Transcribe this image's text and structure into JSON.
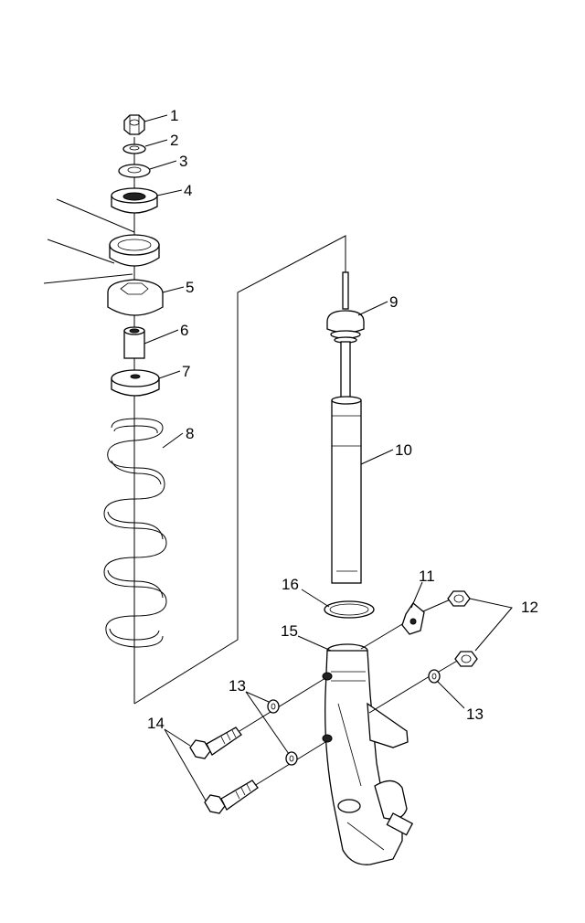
{
  "diagram": {
    "callouts": [
      {
        "id": "c1",
        "text": "1"
      },
      {
        "id": "c2",
        "text": "2"
      },
      {
        "id": "c3",
        "text": "3"
      },
      {
        "id": "c4",
        "text": "4"
      },
      {
        "id": "c5",
        "text": "5"
      },
      {
        "id": "c6",
        "text": "6"
      },
      {
        "id": "c7",
        "text": "7"
      },
      {
        "id": "c8",
        "text": "8"
      },
      {
        "id": "c9",
        "text": "9"
      },
      {
        "id": "c10",
        "text": "10"
      },
      {
        "id": "c11",
        "text": "11"
      },
      {
        "id": "c12",
        "text": "12"
      },
      {
        "id": "c13a",
        "text": "13"
      },
      {
        "id": "c13b",
        "text": "13"
      },
      {
        "id": "c14",
        "text": "14"
      },
      {
        "id": "c15",
        "text": "15"
      },
      {
        "id": "c16",
        "text": "16"
      }
    ],
    "colors": {
      "line": "#000000",
      "background": "#ffffff"
    }
  }
}
